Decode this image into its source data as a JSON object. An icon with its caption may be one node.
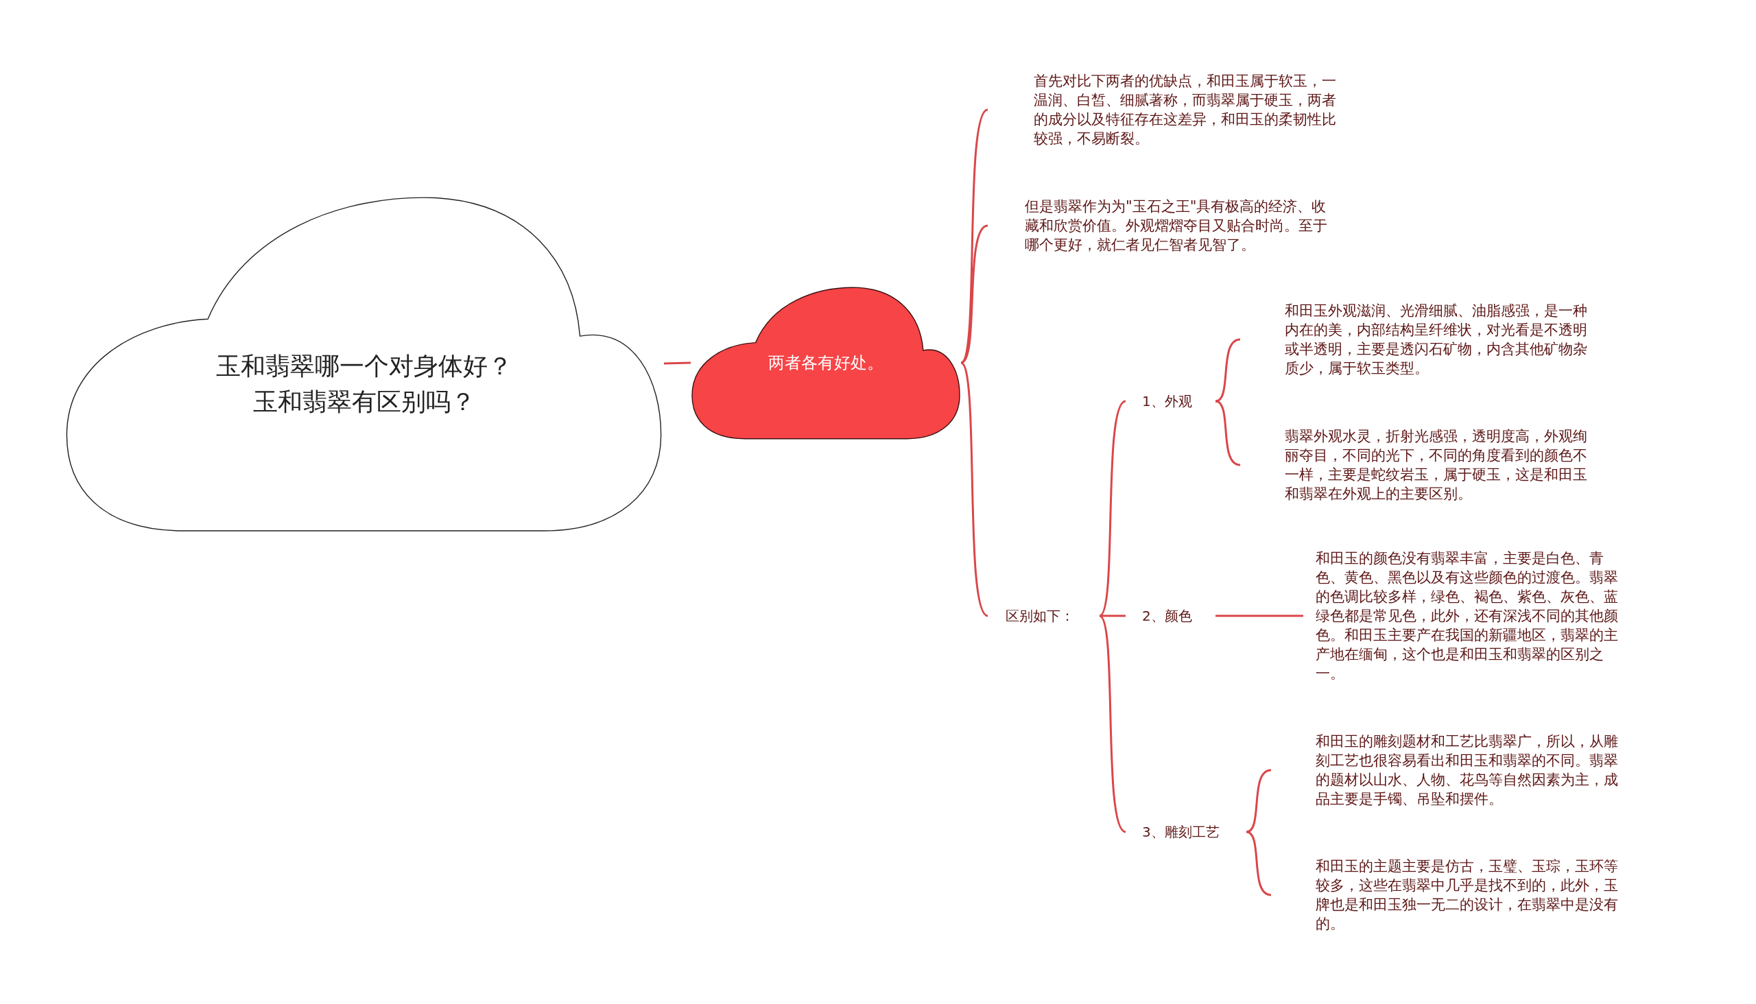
{
  "diagram": {
    "nodes": [
      {
        "text": [
          "玉和翡翠哪一个对身体好？玉和翡翠有区别吗？"
        ]
      },
      {
        "text": [
          "两者各有好处。"
        ]
      },
      {
        "text": [
          "首先对比下两者的优缺点，和田玉属于软玉，一温润、白皙、细腻著称，而翡翠属于硬玉，两者的成分以及特征存在这差异，和田玉的柔韧性比较强，不易断裂。"
        ]
      },
      {
        "text": [
          "但是翡翠作为为\"玉石之王\"具有极高的经济、收藏和欣赏价值。外观熠熠夺目又贴合时尚。至于哪个更好，就仁者见仁智者见智了。"
        ]
      },
      {
        "text": [
          "区别如下："
        ]
      },
      {
        "text": [
          "1、外观"
        ]
      },
      {
        "text": [
          "和田玉外观滋润、光滑细腻、油脂感强，是一种内在的美，内部结构呈纤维状，对光看是不透明或半透明，主要是透闪石矿物，内含其他矿物杂质少，属于软玉类型。"
        ]
      },
      {
        "text": [
          "翡翠外观水灵，折射光感强，透明度高，外观绚丽夺目，不同的光下，不同的角度看到的颜色不一样，主要是蛇纹岩玉，属于硬玉，这是和田玉和翡翠在外观上的主要区别。"
        ]
      },
      {
        "text": [
          "2、颜色"
        ]
      },
      {
        "text": [
          "和田玉的颜色没有翡翠丰富，主要是白色、青色、黄色、黑色以及有这些颜色的过渡色。翡翠的色调比较多样，绿色、褐色、紫色、灰色、蓝绿色都是常见色，此外，还有深浅不同的其他颜色。和田玉主要产在我国的新疆地区，翡翠的主产地在缅甸，这个也是和田玉和翡翠的区别之一。"
        ]
      },
      {
        "text": [
          "3、雕刻工艺"
        ]
      },
      {
        "text": [
          "和田玉的雕刻题材和工艺比翡翠广，所以，从雕刻工艺也很容易看出和田玉和翡翠的不同。翡翠的题材以山水、人物、花鸟等自然因素为主，成品主要是手镯、吊坠和摆件。"
        ]
      },
      {
        "text": [
          "和田玉的主题主要是仿古，玉璧、玉琮，玉环等较多，这些在翡翠中几乎是找不到的，此外，玉牌也是和田玉独一无二的设计，在翡翠中是没有的。"
        ]
      }
    ],
    "edges": [
      {
        "from": 0,
        "to": 1,
        "arrow": "none"
      },
      {
        "from": 1,
        "to": 2,
        "arrow": "none"
      },
      {
        "from": 1,
        "to": 3,
        "arrow": "none"
      },
      {
        "from": 1,
        "to": 4,
        "arrow": "none"
      },
      {
        "from": 4,
        "to": 5,
        "arrow": "none"
      },
      {
        "from": 4,
        "to": 8,
        "arrow": "none"
      },
      {
        "from": 4,
        "to": 10,
        "arrow": "none"
      },
      {
        "from": 5,
        "to": 6,
        "arrow": "none"
      },
      {
        "from": 5,
        "to": 7,
        "arrow": "none"
      },
      {
        "from": 8,
        "to": 9,
        "arrow": "none"
      },
      {
        "from": 10,
        "to": 11,
        "arrow": "none"
      },
      {
        "from": 10,
        "to": 12,
        "arrow": "none"
      }
    ]
  }
}
